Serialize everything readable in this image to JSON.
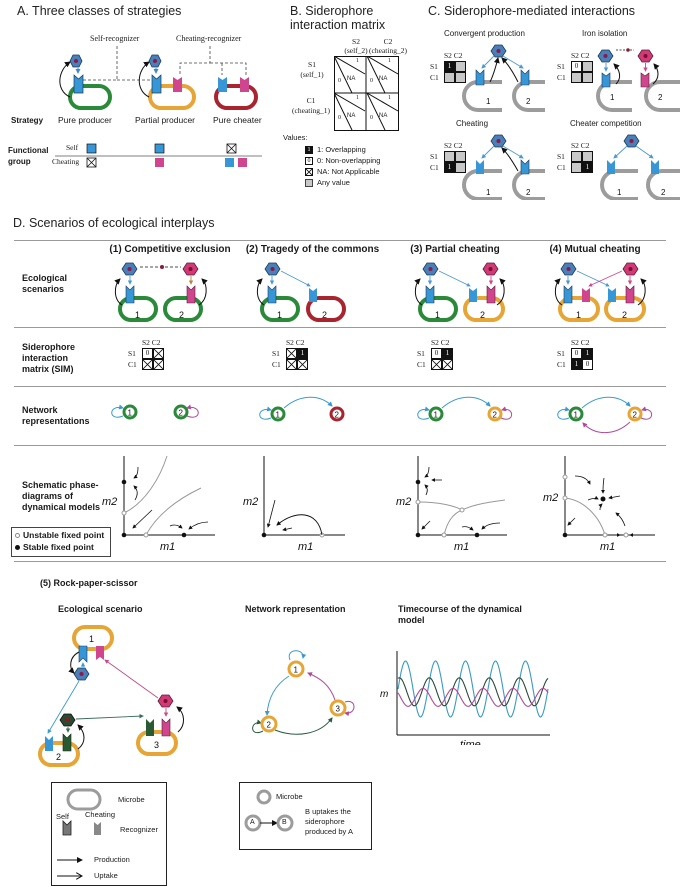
{
  "colors": {
    "pure_producer": "#2a8a3a",
    "partial_producer": "#e6a534",
    "pure_cheater": "#a8242e",
    "self_recognizer": "#3796d6",
    "cheating_recognizer": "#d0468e",
    "siderophore_blue": "#4a7fb8",
    "siderophore_pink": "#d13a76",
    "siderophore_green": "#2a5a32",
    "microbe_gray": "#9c9c9c",
    "any_value": "#c8c8c8"
  },
  "panelA": {
    "title": "A. Three classes of strategies",
    "self_recognizer_label": "Self-recognizer",
    "cheating_recognizer_label": "Cheating-recognizer",
    "strategy_label": "Strategy",
    "strategies": [
      "Pure producer",
      "Partial producer",
      "Pure cheater"
    ],
    "functional_group_label": "Functional group",
    "self_label": "Self",
    "cheating_label": "Cheating"
  },
  "panelB": {
    "title_line1": "B. Siderophore",
    "title_line2": "interaction matrix",
    "col_headers": [
      {
        "id": "S2",
        "sub": "(self_2)"
      },
      {
        "id": "C2",
        "sub": "(cheating_2)"
      }
    ],
    "row_headers": [
      {
        "id": "S1",
        "sub": "(self_1)"
      },
      {
        "id": "C1",
        "sub": "(cheating_1)"
      }
    ],
    "cell_values": {
      "top": "1",
      "left": "0",
      "mid": "NA"
    },
    "values_label": "Values:",
    "legend": [
      {
        "symbol": "1",
        "text": "1: Overlapping"
      },
      {
        "symbol": "0",
        "text": "0: Non-overlapping"
      },
      {
        "symbol": "X",
        "text": "NA: Not Applicable"
      },
      {
        "symbol": "",
        "text": "Any value"
      }
    ]
  },
  "panelC": {
    "title": "C. Siderophore-mediated interactions",
    "matrix_cols": [
      "S2",
      "C2"
    ],
    "matrix_rows": [
      "S1",
      "C1"
    ],
    "cases": [
      {
        "title": "Convergent production",
        "matrix": [
          [
            "1",
            "any"
          ],
          [
            "any",
            "any"
          ]
        ],
        "microbes": [
          "1",
          "2"
        ]
      },
      {
        "title": "Iron isolation",
        "matrix": [
          [
            "0",
            "any"
          ],
          [
            "any",
            "any"
          ]
        ],
        "microbes": [
          "1",
          "2"
        ]
      },
      {
        "title": "Cheating",
        "matrix": [
          [
            "any",
            "any"
          ],
          [
            "1",
            "any"
          ]
        ],
        "microbes": [
          "1",
          "2"
        ]
      },
      {
        "title": "Cheater competition",
        "matrix": [
          [
            "any",
            "any"
          ],
          [
            "any",
            "1"
          ]
        ],
        "microbes": [
          "1",
          "2"
        ]
      }
    ]
  },
  "panelD": {
    "title": "D. Scenarios of ecological interplays",
    "row_labels": {
      "ecological": "Ecological scenarios",
      "sim": "Siderophore interaction matrix (SIM)",
      "network": "Network representations",
      "phase": "Schematic phase-diagrams of dynamical models"
    },
    "phase_legend": {
      "unstable": "Unstable fixed point",
      "stable": "Stable fixed point"
    },
    "axis_x": "m1",
    "axis_y": "m2",
    "scenarios": [
      {
        "title": "(1) Competitive exclusion",
        "microbes": [
          "1",
          "2"
        ],
        "matrix": [
          [
            "0",
            "X"
          ],
          [
            "X",
            "X"
          ]
        ]
      },
      {
        "title": "(2) Tragedy of the commons",
        "microbes": [
          "1",
          "2"
        ],
        "matrix": [
          [
            "X",
            "1"
          ],
          [
            "X",
            "X"
          ]
        ]
      },
      {
        "title": "(3) Partial cheating",
        "microbes": [
          "1",
          "2"
        ],
        "matrix": [
          [
            "0",
            "1"
          ],
          [
            "X",
            "X"
          ]
        ]
      },
      {
        "title": "(4) Mutual cheating",
        "microbes": [
          "1",
          "2"
        ],
        "matrix": [
          [
            "0",
            "1"
          ],
          [
            "1",
            "0"
          ]
        ]
      }
    ]
  },
  "panelE": {
    "title": "(5) Rock-paper-scissor",
    "eco_title": "Ecological scenario",
    "net_title": "Network representation",
    "time_title_line1": "Timecourse of the dynamical",
    "time_title_line2": "model",
    "microbes": [
      "1",
      "2",
      "3"
    ],
    "ylabel": "m",
    "xlabel": "time"
  },
  "chart_data": {
    "type": "line",
    "title": "Timecourse of the dynamical model",
    "xlabel": "time",
    "ylabel": "m",
    "grid": false,
    "series": [
      {
        "name": "blue",
        "color": "#3a9ac0",
        "amplitude": 1.0,
        "offset": 0.5,
        "periods": 5,
        "phase": 0.0
      },
      {
        "name": "dark-green",
        "color": "#2a4a3a",
        "amplitude": 0.5,
        "offset": 0.45,
        "periods": 5,
        "phase": 1.3
      },
      {
        "name": "magenta",
        "color": "#b04a9a",
        "amplitude": 0.32,
        "offset": 0.35,
        "periods": 5,
        "phase": 2.6
      }
    ]
  },
  "legends": {
    "left": {
      "microbe": "Microbe",
      "self": "Self",
      "cheating": "Cheating",
      "recognizer": "Recognizer",
      "production": "Production",
      "uptake": "Uptake"
    },
    "right": {
      "microbe": "Microbe",
      "node_a": "A",
      "node_b": "B",
      "desc_line1": "B uptakes the",
      "desc_line2": "siderophore",
      "desc_line3": "produced by A"
    }
  }
}
